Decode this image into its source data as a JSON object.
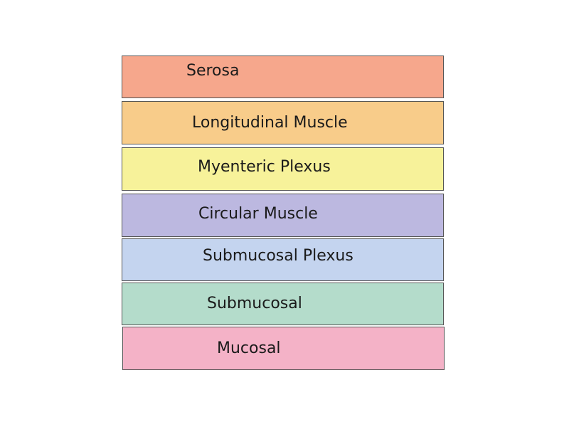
{
  "layers": [
    {
      "label": "Serosa",
      "color": "#f6a78c"
    },
    {
      "label": "Longitudinal Muscle",
      "color": "#f8cc8a"
    },
    {
      "label": "Myenteric Plexus",
      "color": "#f7f29a"
    },
    {
      "label": "Circular Muscle",
      "color": "#bcb8e0"
    },
    {
      "label": "Submucosal Plexus",
      "color": "#c4d4ef"
    },
    {
      "label": "Submucosal",
      "color": "#b4dccb"
    },
    {
      "label": "Mucosal",
      "color": "#f4b2c7"
    }
  ]
}
